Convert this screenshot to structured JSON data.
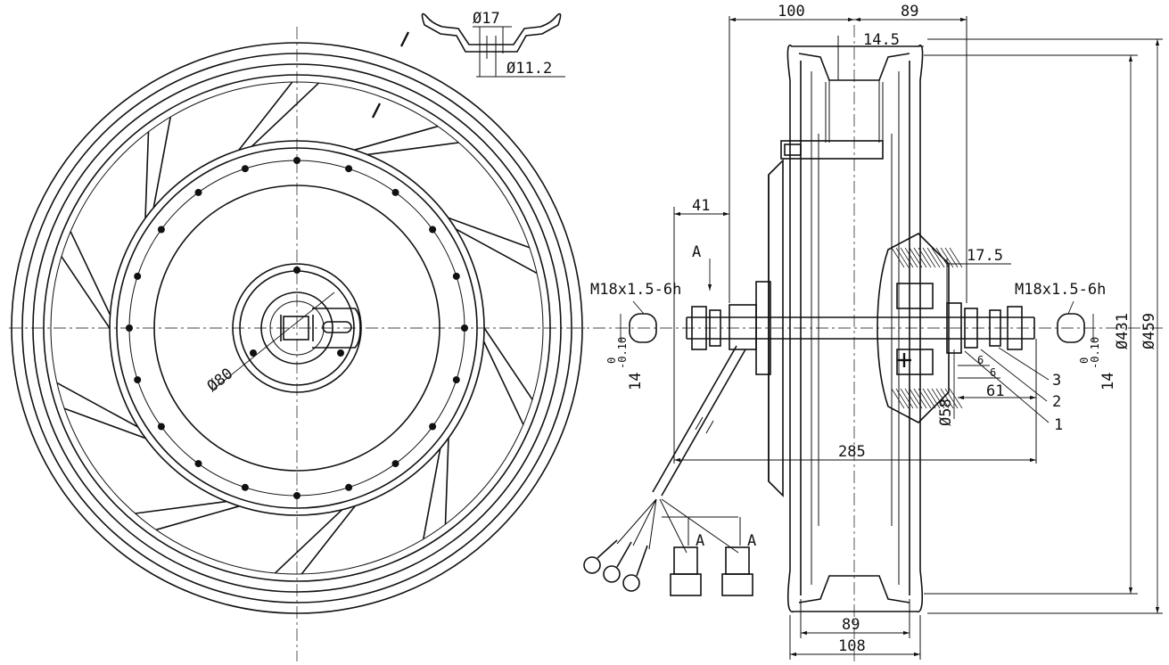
{
  "front_view": {
    "hub_diameter": "Ø80"
  },
  "rim_profile": {
    "outer_diameter": "Ø17",
    "inner_diameter": "Ø11.2"
  },
  "side_view": {
    "dims": {
      "d100": "100",
      "d89_top": "89",
      "d14_5": "14.5",
      "d41": "41",
      "d17_5": "17.5",
      "d6a": "6",
      "d6b": "6",
      "d61": "61",
      "d58": "Ø58",
      "d285": "285",
      "d89_bottom": "89",
      "d108": "108",
      "d431": "Ø431",
      "d459": "Ø459"
    },
    "thread_left": "M18x1.5-6h",
    "thread_right": "M18x1.5-6h",
    "flat_left": {
      "main": "14",
      "upper": "0",
      "lower": "-0.10"
    },
    "flat_right": {
      "main": "14",
      "upper": "0",
      "lower": "-0.10"
    },
    "view_arrow": "A",
    "connector_labels": [
      "A",
      "A"
    ],
    "callouts": [
      "3",
      "2",
      "1"
    ]
  }
}
